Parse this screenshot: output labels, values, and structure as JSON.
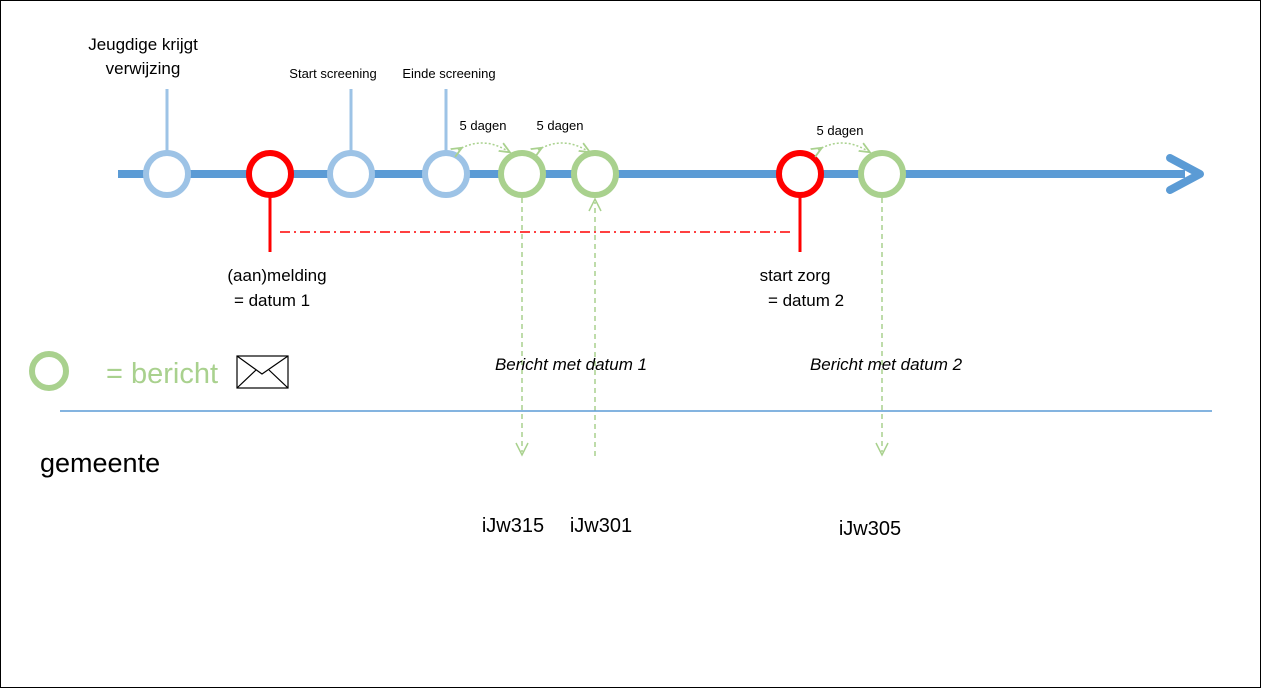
{
  "labels": {
    "jeugdige_line1": "Jeugdige krijgt",
    "jeugdige_line2": "verwijzing",
    "start_screening": "Start screening",
    "einde_screening": "Einde screening",
    "dagen_1": "5 dagen",
    "dagen_2": "5 dagen",
    "dagen_3": "5 dagen",
    "aanmelding_line1": "(aan)melding",
    "aanmelding_line2": "= datum 1",
    "start_zorg_line1": "start zorg",
    "start_zorg_line2": "= datum 2",
    "bericht_datum_1": "Bericht met datum 1",
    "bericht_datum_2": "Bericht met datum 2",
    "legend_bericht": "= bericht",
    "gemeente": "gemeente",
    "ijw315": "iJw315",
    "ijw301": "iJw301",
    "ijw305": "iJw305"
  },
  "colors": {
    "timeline": "#5b9bd5",
    "screening": "#9dc3e6",
    "melding": "#ff0000",
    "bericht": "#a9d18e",
    "divider": "#5b9bd5"
  }
}
